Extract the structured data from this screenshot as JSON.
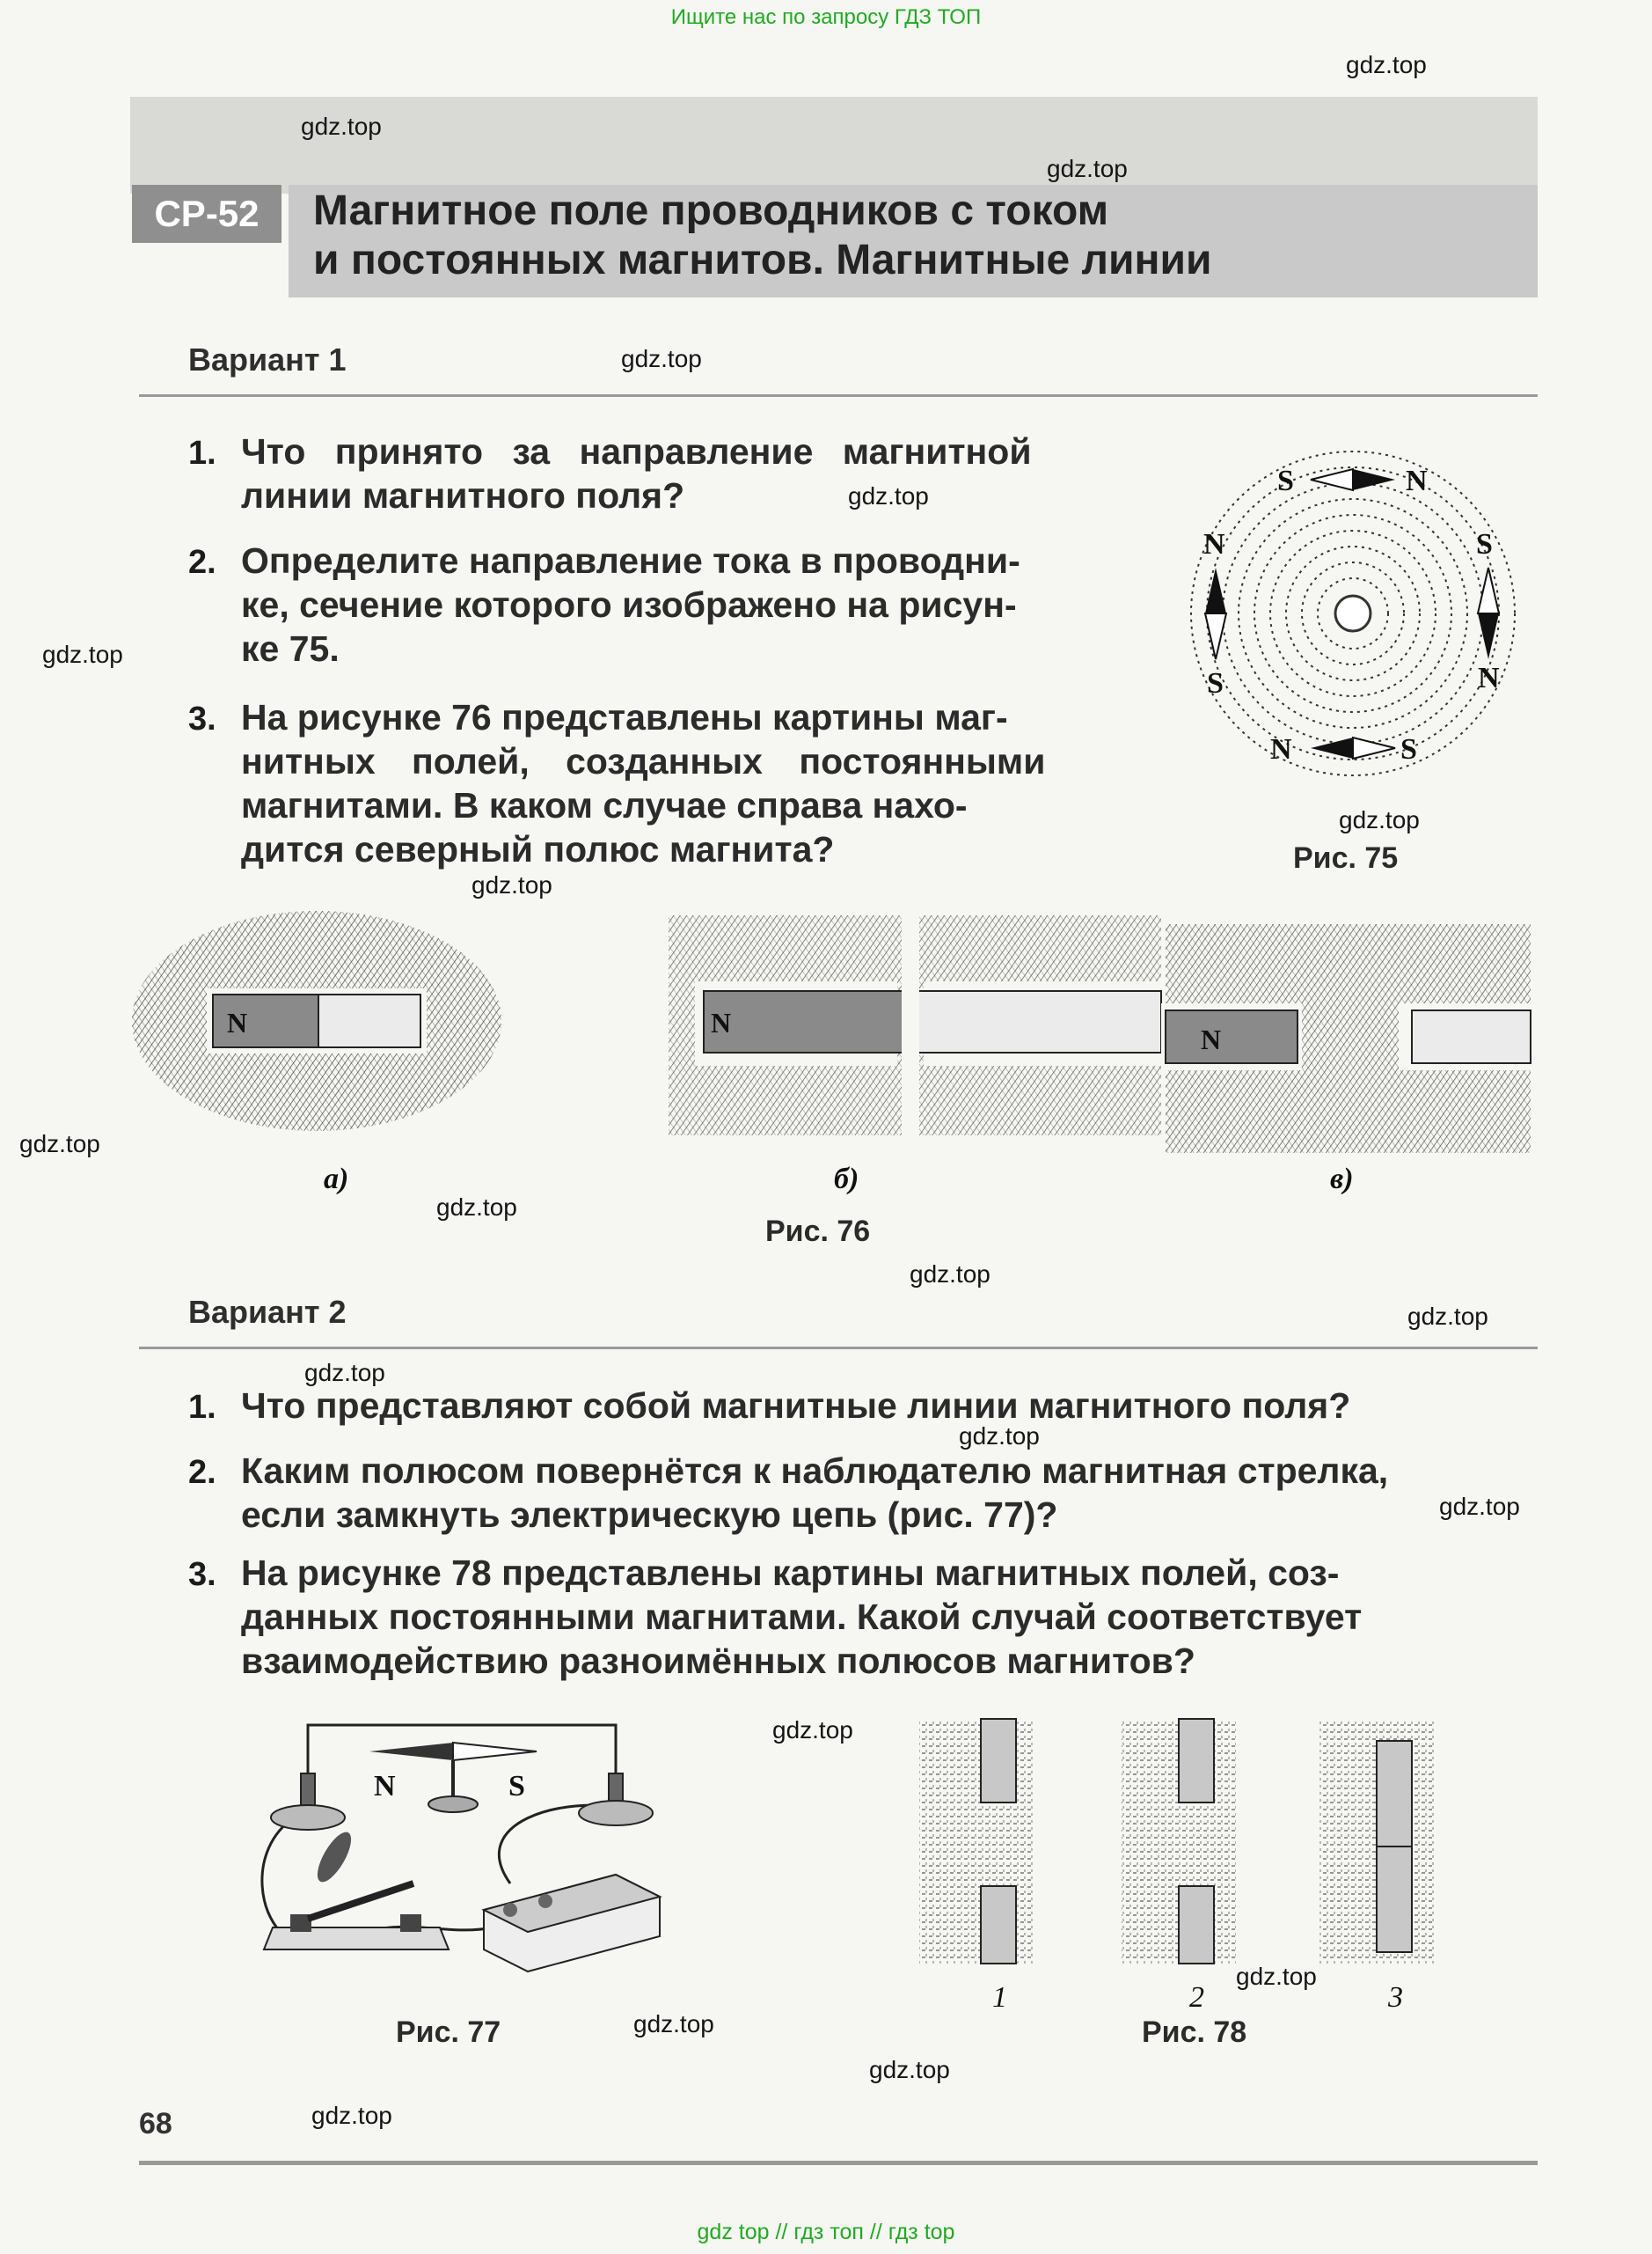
{
  "banner_top": "Ищите нас по запросу ГДЗ ТОП",
  "banner_bottom": "gdz top  //  гдз топ  //  гдз top",
  "watermark": "gdz.top",
  "header": {
    "code": "СР-52",
    "title_line1": "Магнитное поле проводников с током",
    "title_line2": "и постоянных магнитов. Магнитные линии"
  },
  "variant1": {
    "title": "Вариант 1",
    "q1_num": "1.",
    "q1_lines": [
      "Что принято за направление магнитной",
      "линии магнитного поля?"
    ],
    "q2_num": "2.",
    "q2_lines": [
      "Определите направление тока в проводни-",
      "ке, сечение которого изображено на рисун-",
      "ке 75."
    ],
    "q3_num": "3.",
    "q3_lines": [
      "На рисунке 76 представлены картины маг-",
      "нитных полей, созданных постоянными",
      "магнитами. В каком случае справа нахо-",
      "дится северный полюс магнита?"
    ]
  },
  "fig75": {
    "caption": "Рис. 75",
    "top_left": "S",
    "top_right": "N",
    "left_top": "N",
    "left_bottom": "S",
    "right_top": "S",
    "right_bottom": "N",
    "bottom_left": "N",
    "bottom_right": "S"
  },
  "fig76": {
    "caption": "Рис. 76",
    "label_a": "а)",
    "label_b": "б)",
    "label_v": "в)",
    "magnet_label": "N"
  },
  "variant2": {
    "title": "Вариант 2",
    "q1_num": "1.",
    "q1_lines": [
      "Что представляют собой магнитные линии магнитного поля?"
    ],
    "q2_num": "2.",
    "q2_lines": [
      "Каким полюсом повернётся к наблюдателю магнитная стрелка,",
      "если замкнуть электрическую цепь (рис. 77)?"
    ],
    "q3_num": "3.",
    "q3_lines": [
      "На рисунке 78 представлены картины магнитных полей, соз-",
      "данных постоянными магнитами. Какой случай соответствует",
      "взаимодействию разноимённых полюсов магнитов?"
    ]
  },
  "fig77": {
    "caption": "Рис. 77",
    "needle_n": "N",
    "needle_s": "S"
  },
  "fig78": {
    "caption": "Рис. 78",
    "label_1": "1",
    "label_2": "2",
    "label_3": "3"
  },
  "page_number": "68",
  "colors": {
    "banner_green": "#22aa22",
    "badge_gray": "#8f8f8f",
    "title_gray": "#c9c9c9",
    "magnet_gray": "#8a8a8a"
  }
}
